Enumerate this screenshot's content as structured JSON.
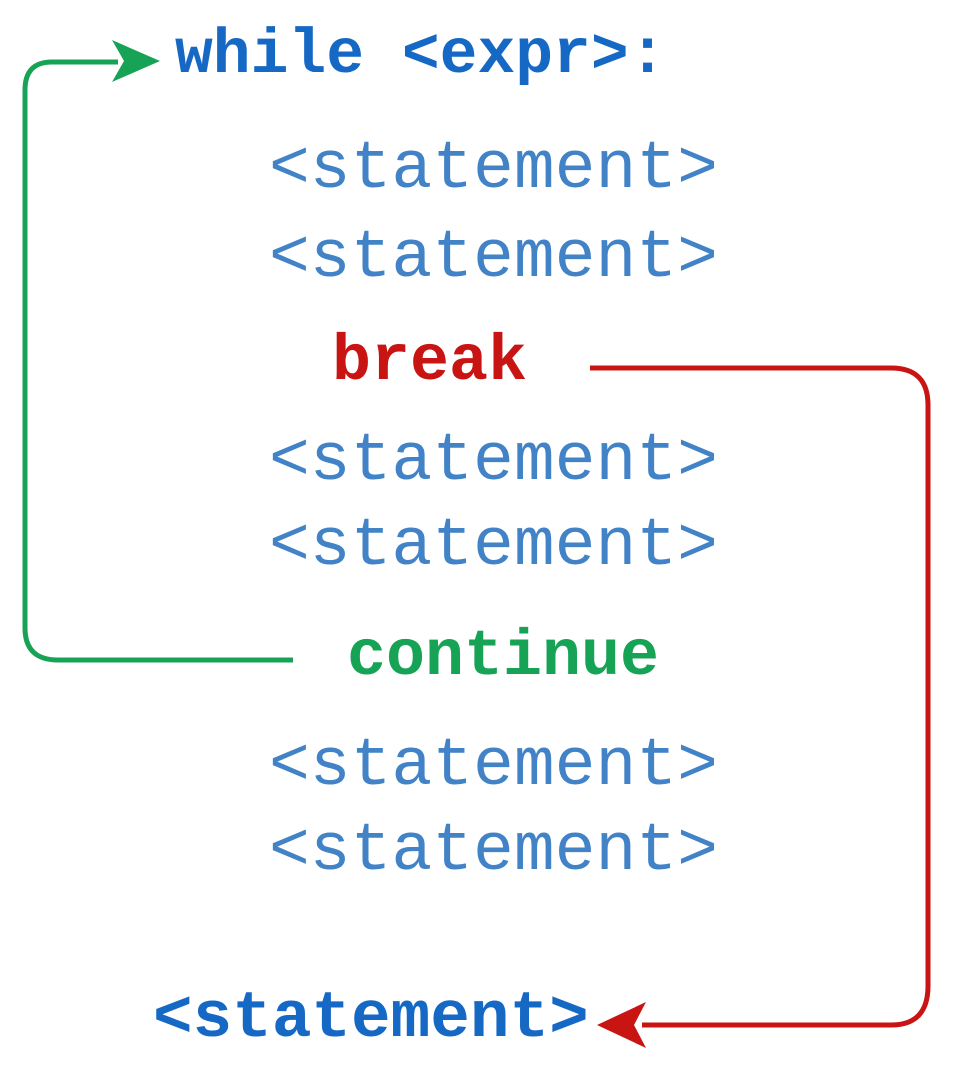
{
  "colors": {
    "background": "#ffffff",
    "keyword_blue": "#1668c5",
    "statement_blue": "#4183c6",
    "break_red": "#c91414",
    "continue_green": "#17a355"
  },
  "code": {
    "while_header": "while <expr>:",
    "loop_body_top": [
      "<statement>",
      "<statement>"
    ],
    "break_keyword": "break",
    "loop_body_middle": [
      "<statement>",
      "<statement>"
    ],
    "continue_keyword": "continue",
    "loop_body_bottom": [
      "<statement>",
      "<statement>"
    ],
    "after_loop_statement": "<statement>"
  },
  "arrows": {
    "continue_arrow": {
      "from": "continue",
      "to": "while <expr>:",
      "color": "#17a355"
    },
    "break_arrow": {
      "from": "break",
      "to": "<statement> after loop",
      "color": "#c91414"
    }
  }
}
